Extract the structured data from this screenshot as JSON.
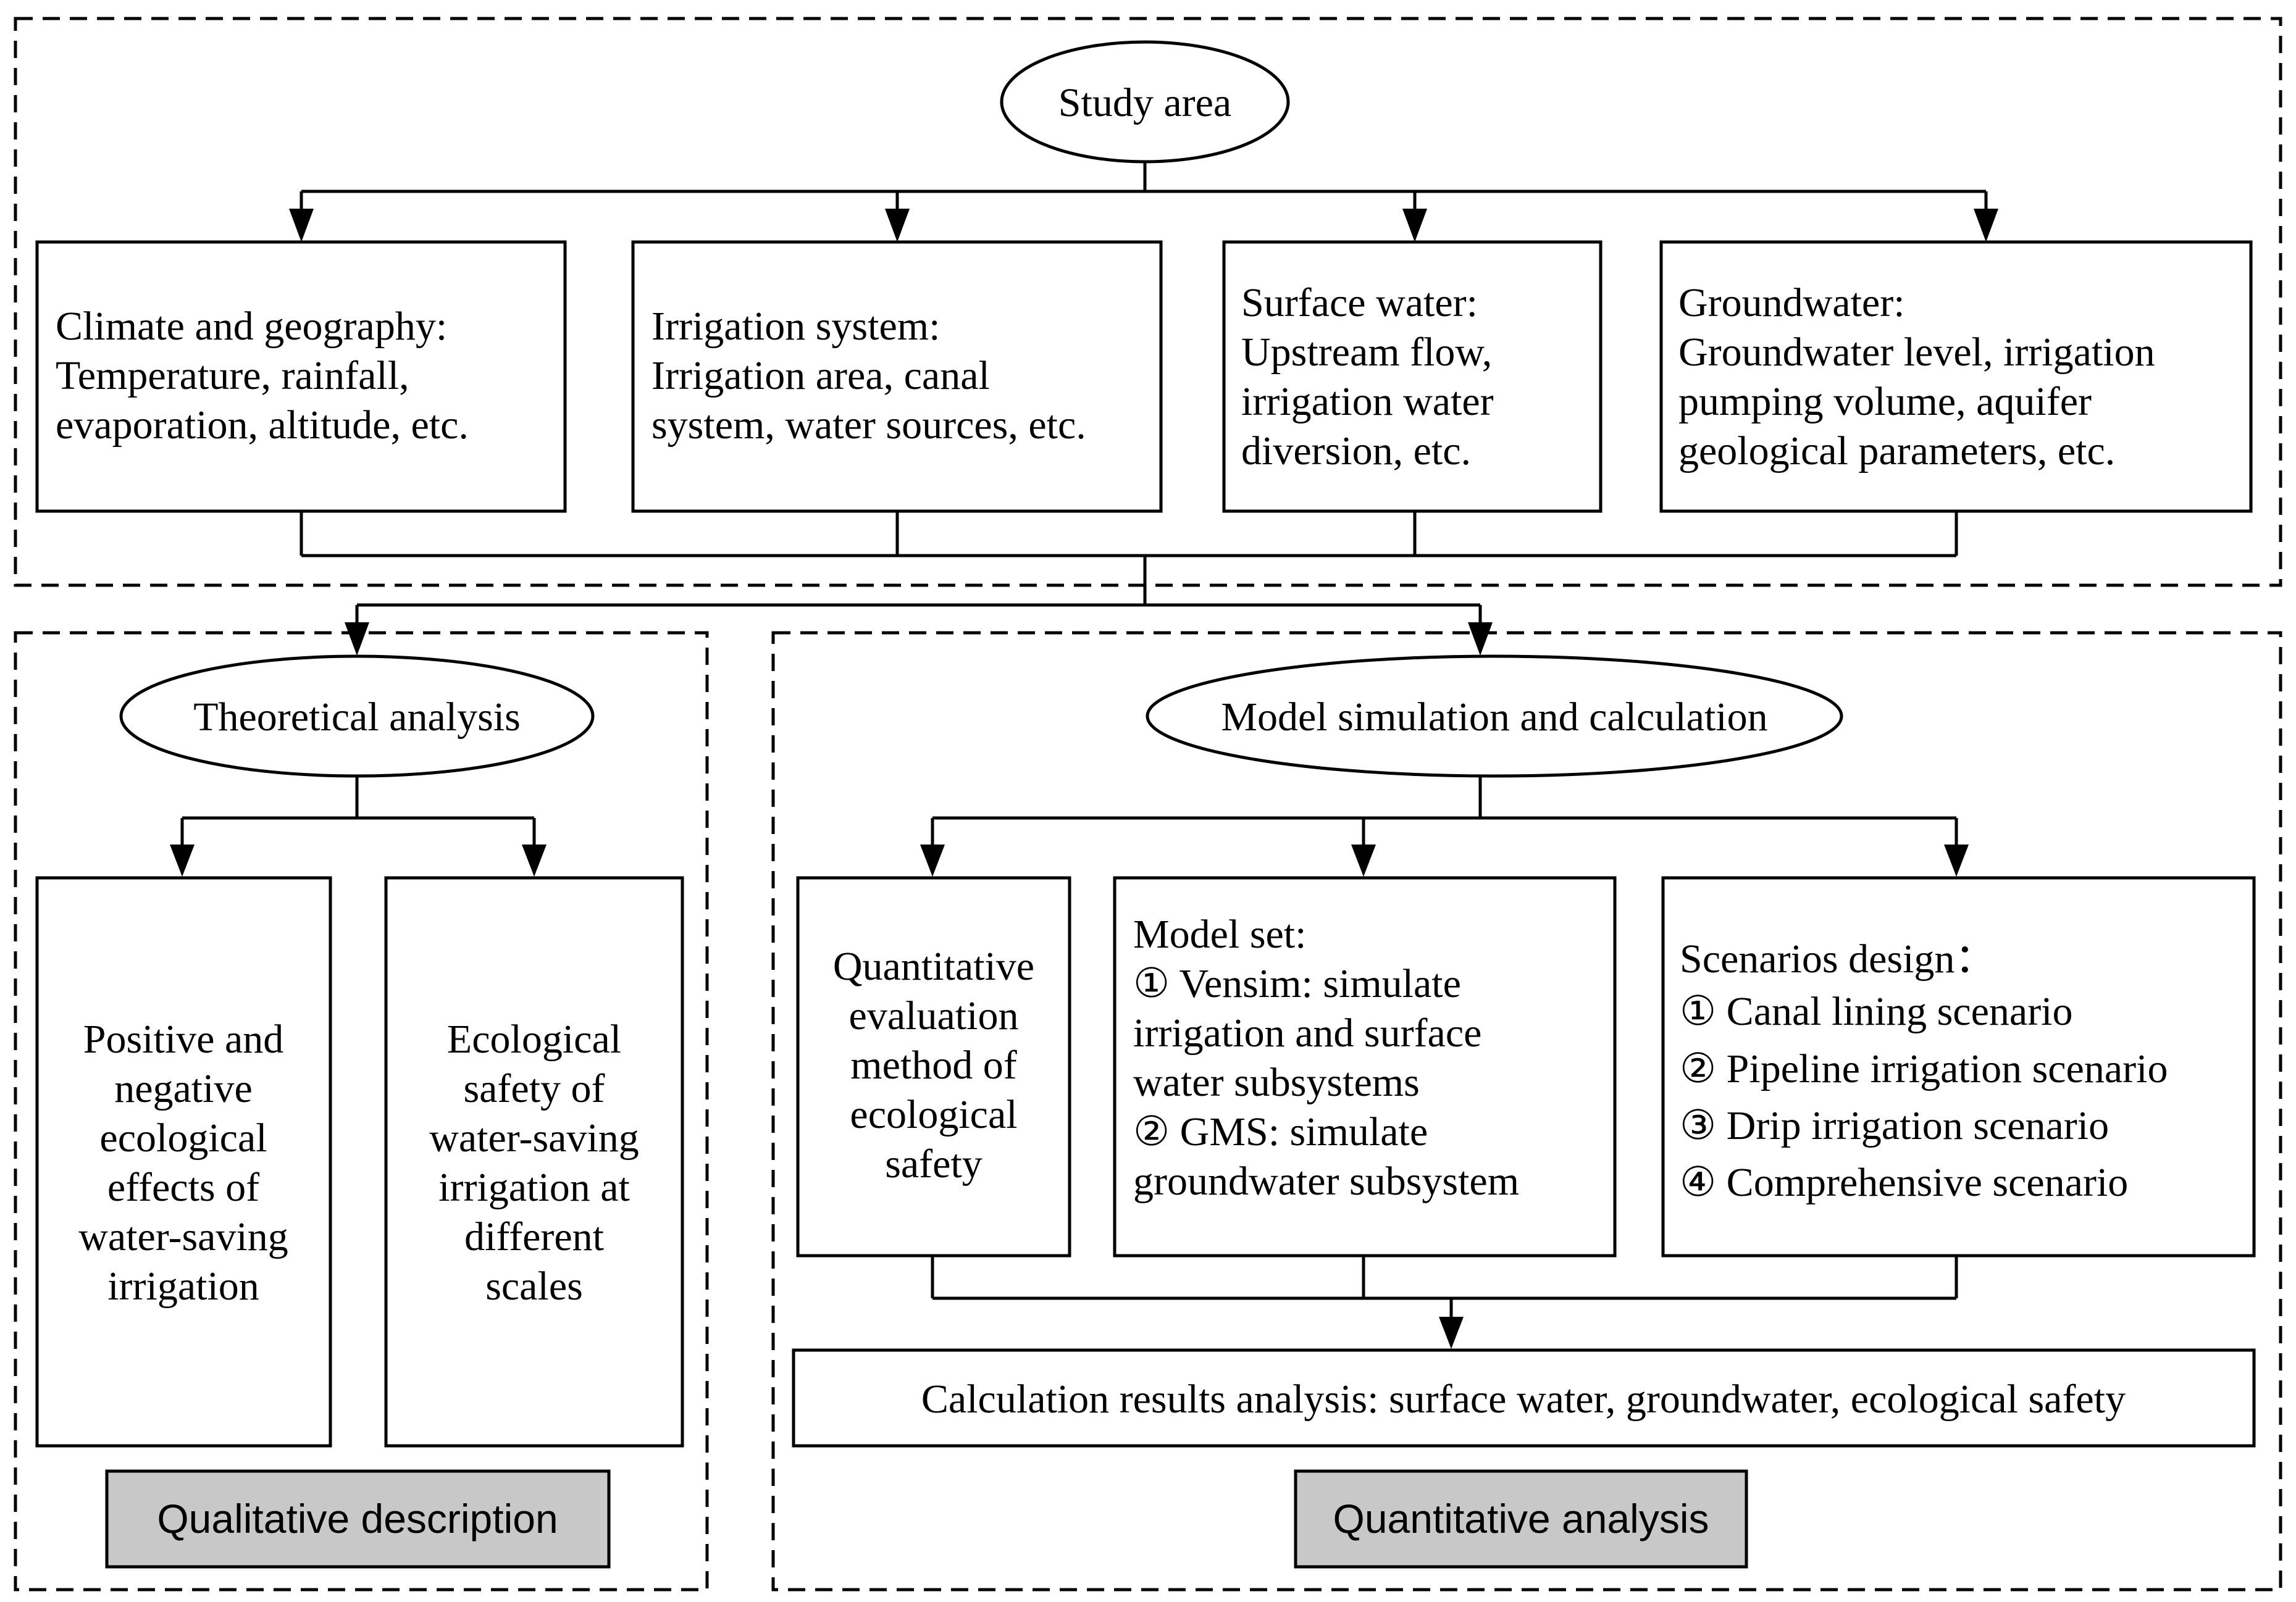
{
  "top": {
    "title": "Study area",
    "boxes": [
      {
        "lines": [
          "Climate and geography:",
          "Temperature, rainfall,",
          "evaporation, altitude, etc."
        ]
      },
      {
        "lines": [
          "Irrigation system:",
          "Irrigation area, canal",
          "system, water sources, etc."
        ]
      },
      {
        "lines": [
          "Surface water:",
          "Upstream flow,",
          "irrigation water",
          "diversion, etc."
        ]
      },
      {
        "lines": [
          "Groundwater:",
          "Groundwater level, irrigation",
          "pumping volume, aquifer",
          "geological parameters, etc."
        ]
      }
    ]
  },
  "left": {
    "title": "Theoretical analysis",
    "boxes": [
      {
        "lines": [
          "Positive and",
          "negative",
          "ecological",
          "effects of",
          "water-saving",
          "irrigation"
        ]
      },
      {
        "lines": [
          "Ecological",
          "safety of",
          "water-saving",
          "irrigation at",
          "different",
          "scales"
        ]
      }
    ],
    "label": "Qualitative description"
  },
  "right": {
    "title": "Model simulation and calculation",
    "boxes": [
      {
        "lines": [
          "Quantitative",
          "evaluation",
          "method of",
          "ecological",
          "safety"
        ]
      },
      {
        "lines": [
          "Model set:",
          "① Vensim: simulate",
          "irrigation and surface",
          "water subsystems",
          "② GMS: simulate",
          "groundwater subsystem"
        ]
      },
      {
        "lines": [
          "Scenarios design：",
          "① Canal lining scenario",
          "② Pipeline irrigation scenario",
          "③ Drip irrigation scenario",
          "④ Comprehensive scenario"
        ]
      }
    ],
    "results": "Calculation results analysis: surface water, groundwater, ecological safety",
    "label": "Quantitative analysis"
  }
}
